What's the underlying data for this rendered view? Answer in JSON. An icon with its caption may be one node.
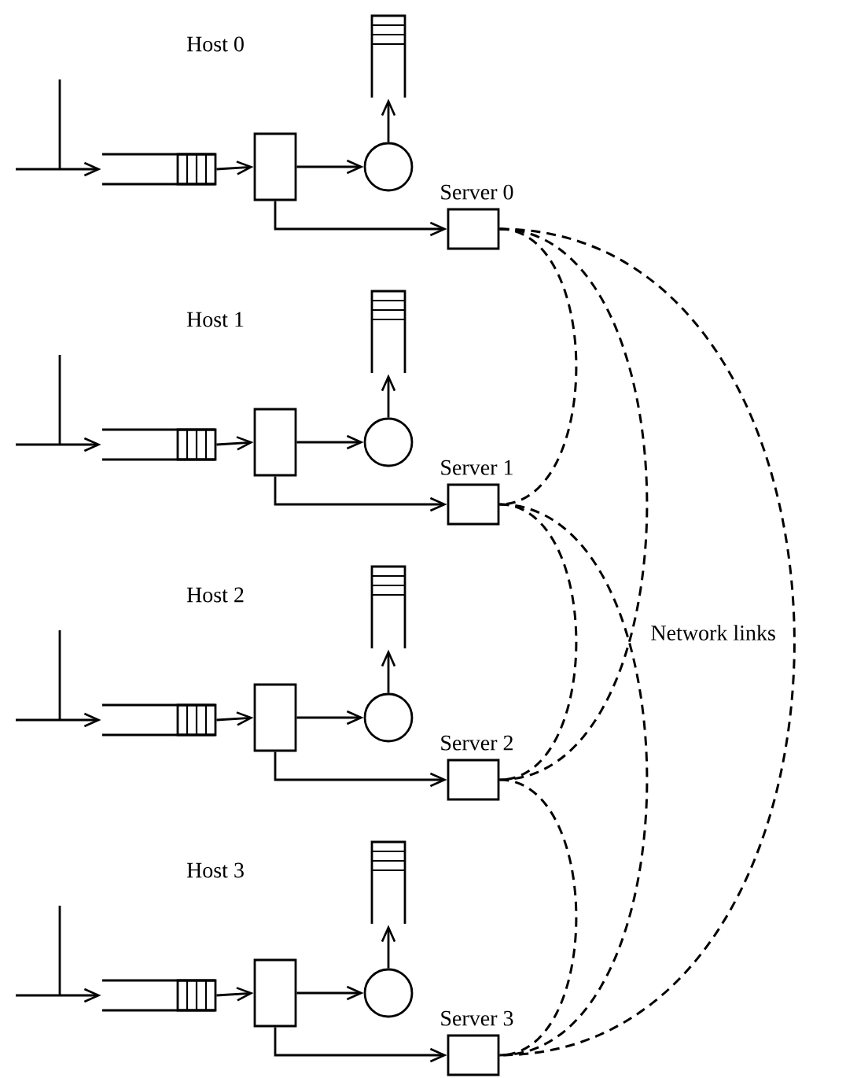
{
  "diagram": {
    "nodes": [
      {
        "text": [],
        "shape": "queue"
      },
      {
        "text": [],
        "shape": "box"
      },
      {
        "text": [],
        "shape": "circle"
      },
      {
        "text": [],
        "shape": "stack"
      },
      {
        "text": [],
        "shape": "box",
        "beside": [
          "Server 0"
        ]
      },
      {
        "text": [],
        "shape": "queue"
      },
      {
        "text": [],
        "shape": "box"
      },
      {
        "text": [],
        "shape": "circle"
      },
      {
        "text": [],
        "shape": "stack"
      },
      {
        "text": [],
        "shape": "box",
        "beside": [
          "Server 1"
        ]
      },
      {
        "text": [],
        "shape": "queue"
      },
      {
        "text": [],
        "shape": "box"
      },
      {
        "text": [],
        "shape": "circle"
      },
      {
        "text": [],
        "shape": "stack"
      },
      {
        "text": [],
        "shape": "box",
        "beside": [
          "Server 2"
        ]
      },
      {
        "text": [],
        "shape": "queue"
      },
      {
        "text": [],
        "shape": "box"
      },
      {
        "text": [],
        "shape": "circle"
      },
      {
        "text": [],
        "shape": "stack"
      },
      {
        "text": [],
        "shape": "box",
        "beside": [
          "Server 3"
        ]
      }
    ],
    "edges": [
      {
        "from": null,
        "to": 0,
        "arrow": "to"
      },
      {
        "from": 0,
        "to": 1,
        "arrow": "to"
      },
      {
        "from": 1,
        "to": 2,
        "arrow": "to"
      },
      {
        "from": 2,
        "to": 3,
        "arrow": "to"
      },
      {
        "from": 1,
        "to": 4,
        "arrow": "to"
      },
      {
        "from": null,
        "to": 5,
        "arrow": "to"
      },
      {
        "from": 5,
        "to": 6,
        "arrow": "to"
      },
      {
        "from": 6,
        "to": 7,
        "arrow": "to"
      },
      {
        "from": 7,
        "to": 8,
        "arrow": "to"
      },
      {
        "from": 6,
        "to": 9,
        "arrow": "to"
      },
      {
        "from": null,
        "to": 10,
        "arrow": "to"
      },
      {
        "from": 10,
        "to": 11,
        "arrow": "to"
      },
      {
        "from": 11,
        "to": 12,
        "arrow": "to"
      },
      {
        "from": 12,
        "to": 13,
        "arrow": "to"
      },
      {
        "from": 11,
        "to": 14,
        "arrow": "to"
      },
      {
        "from": null,
        "to": 15,
        "arrow": "to"
      },
      {
        "from": 15,
        "to": 16,
        "arrow": "to"
      },
      {
        "from": 16,
        "to": 17,
        "arrow": "to"
      },
      {
        "from": 17,
        "to": 18,
        "arrow": "to"
      },
      {
        "from": 16,
        "to": 19,
        "arrow": "to"
      },
      {
        "from": 4,
        "to": 9,
        "arrow": "none",
        "style": "dashed"
      },
      {
        "from": 4,
        "to": 14,
        "arrow": "none",
        "style": "dashed"
      },
      {
        "from": 4,
        "to": 19,
        "arrow": "none",
        "style": "dashed"
      },
      {
        "from": 9,
        "to": 14,
        "arrow": "none",
        "style": "dashed"
      },
      {
        "from": 9,
        "to": 19,
        "arrow": "none",
        "style": "dashed"
      },
      {
        "from": 14,
        "to": 19,
        "arrow": "none",
        "style": "dashed"
      }
    ],
    "labels": [
      "Host 0",
      "Host 1",
      "Host 2",
      "Host 3",
      "Network links"
    ]
  }
}
